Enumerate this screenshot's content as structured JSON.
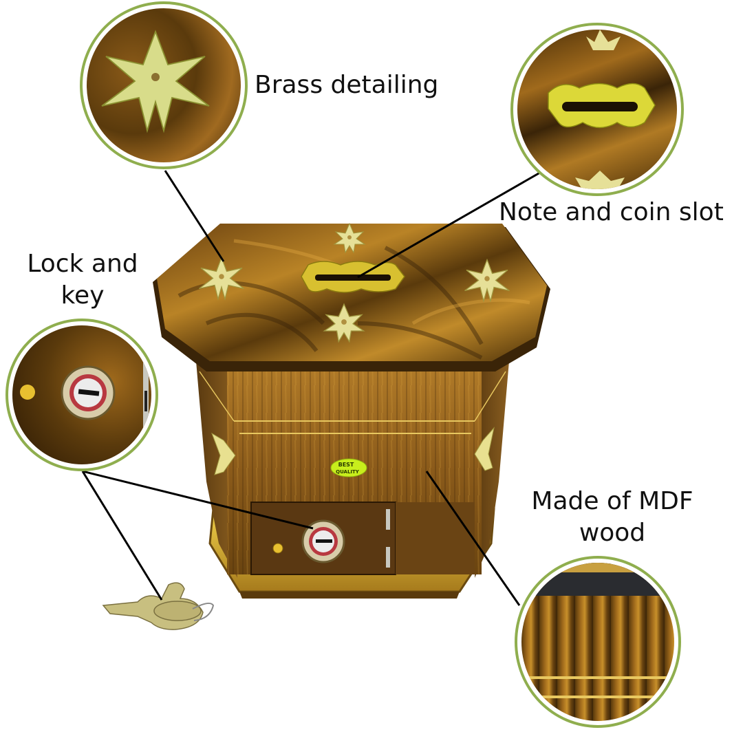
{
  "infographic": {
    "subject": "Hexagonal wooden money box",
    "callouts": [
      {
        "id": "brass",
        "label": "Brass detailing",
        "icon": "brass-star-ornament"
      },
      {
        "id": "slot",
        "label": "Note and coin slot",
        "icon": "coin-slot-plate"
      },
      {
        "id": "lock",
        "label_lines": [
          "Lock and",
          "key"
        ],
        "icon": "keyhole-lock"
      },
      {
        "id": "wood",
        "label_lines": [
          "Made of MDF",
          "wood"
        ],
        "icon": "wood-grain"
      }
    ],
    "sticker": {
      "line1": "BEST",
      "line2": "QUALITY"
    }
  },
  "colors": {
    "callout_ring": "#8fae4e",
    "wood_dark": "#3a2408",
    "wood_mid": "#8a5a14",
    "wood_light": "#c9952e",
    "brass": "#d9d27a",
    "sticker": "#c8ee1c",
    "leader_line": "#000000"
  }
}
